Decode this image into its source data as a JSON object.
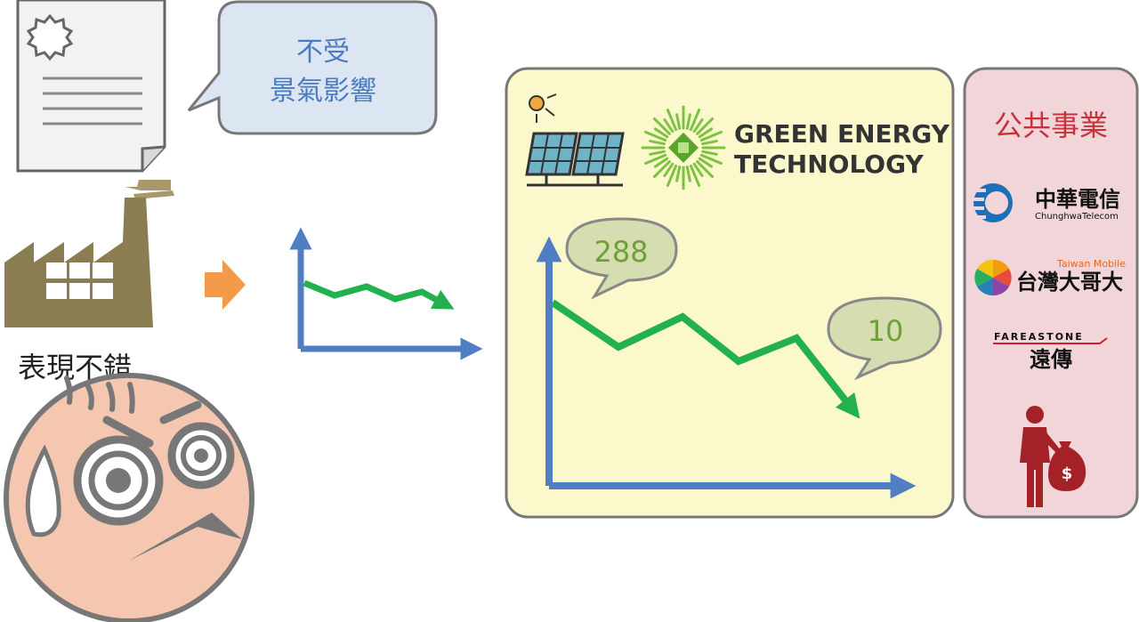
{
  "document": {
    "callout": {
      "line1": "不受",
      "line2": "景氣影響"
    }
  },
  "factory": {
    "caption": "表現不錯"
  },
  "green_energy": {
    "logo_line1": "GREEN ENERGY",
    "logo_line2": "TECHNOLOGY",
    "high_value": "288",
    "low_value": "10"
  },
  "utilities": {
    "title": "公共事業",
    "chunghwa": {
      "name": "中華電信",
      "sub": "ChunghwaTelecom"
    },
    "taiwan_mobile": {
      "tag": "Taiwan Mobile",
      "name": "台灣大哥大"
    },
    "fareastone": {
      "name_en": "FAREASTONE",
      "name_zh": "遠傳"
    }
  },
  "colors": {
    "arrow_blue": "#4f7ec2",
    "trend_green": "#22b14c",
    "orange_arrow": "#f39a48",
    "green_panel": "#fbf8cc",
    "red_panel": "#f2d5d8",
    "utility_title": "#c8323c",
    "factory_brown": "#8b7d52",
    "callout_blue": "#dce6f3"
  }
}
